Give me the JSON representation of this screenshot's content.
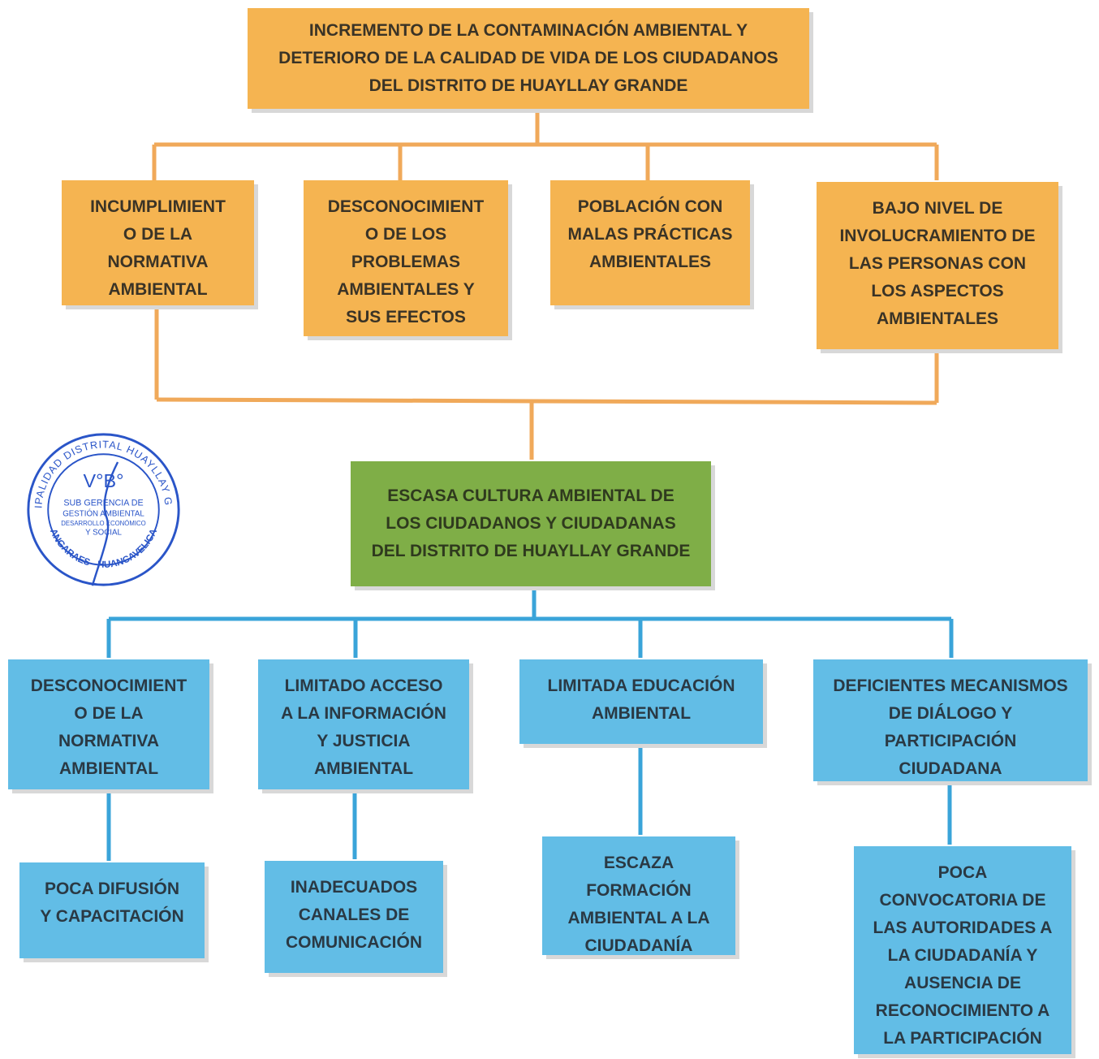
{
  "colors": {
    "effect_orange": "#f5b451",
    "core_green": "#7fae47",
    "cause_blue": "#62bde6",
    "orange_line": "#f0a95a",
    "blue_line": "#3aa4d9",
    "stamp_blue": "#2a55c8"
  },
  "effect_main": "INCREMENTO DE LA CONTAMINACIÓN AMBIENTAL Y\nDETERIORO DE LA CALIDAD DE VIDA DE LOS CIUDADANOS\nDEL DISTRITO DE HUAYLLAY GRANDE",
  "effects": [
    "INCUMPLIMIENT\nO DE LA\nNORMATIVA\nAMBIENTAL",
    "DESCONOCIMIENT\nO DE LOS\nPROBLEMAS\nAMBIENTALES Y\nSUS EFECTOS",
    "POBLACIÓN CON\nMALAS PRÁCTICAS\nAMBIENTALES",
    "BAJO NIVEL DE\nINVOLUCRAMIENTO DE\nLAS PERSONAS CON\nLOS ASPECTOS\nAMBIENTALES"
  ],
  "central_problem": "ESCASA CULTURA AMBIENTAL DE\nLOS CIUDADANOS Y CIUDADANAS\nDEL DISTRITO DE HUAYLLAY GRANDE",
  "direct_causes": [
    "DESCONOCIMIENT\nO DE LA\nNORMATIVA\nAMBIENTAL",
    "LIMITADO ACCESO\nA LA INFORMACIÓN\nY JUSTICIA\nAMBIENTAL",
    "LIMITADA EDUCACIÓN\nAMBIENTAL",
    "DEFICIENTES MECANISMOS\nDE DIÁLOGO Y\nPARTICIPACIÓN\nCIUDADANA"
  ],
  "indirect_causes": [
    "POCA DIFUSIÓN\nY CAPACITACIÓN",
    "INADECUADOS\nCANALES DE\nCOMUNICACIÓN",
    "ESCAZA\nFORMACIÓN\nAMBIENTAL A LA\nCIUDADANÍA",
    "POCA\nCONVOCATORIA DE\nLAS AUTORIDADES A\nLA CIUDADANÍA Y\nAUSENCIA DE\nRECONOCIMIENTO A\nLA PARTICIPACIÓN"
  ],
  "stamp": {
    "ring_text": "MUNICIPALIDAD DISTRITAL HUAYLLAY GRANDE",
    "bottom_text": "ANGARAES - HUANCAVELICA",
    "vobo": "V°B°",
    "line1": "SUB GERENCIA DE",
    "line2": "GESTIÓN AMBIENTAL",
    "line3": "DESARROLLO ECONÓMICO",
    "line4": "Y SOCIAL"
  }
}
